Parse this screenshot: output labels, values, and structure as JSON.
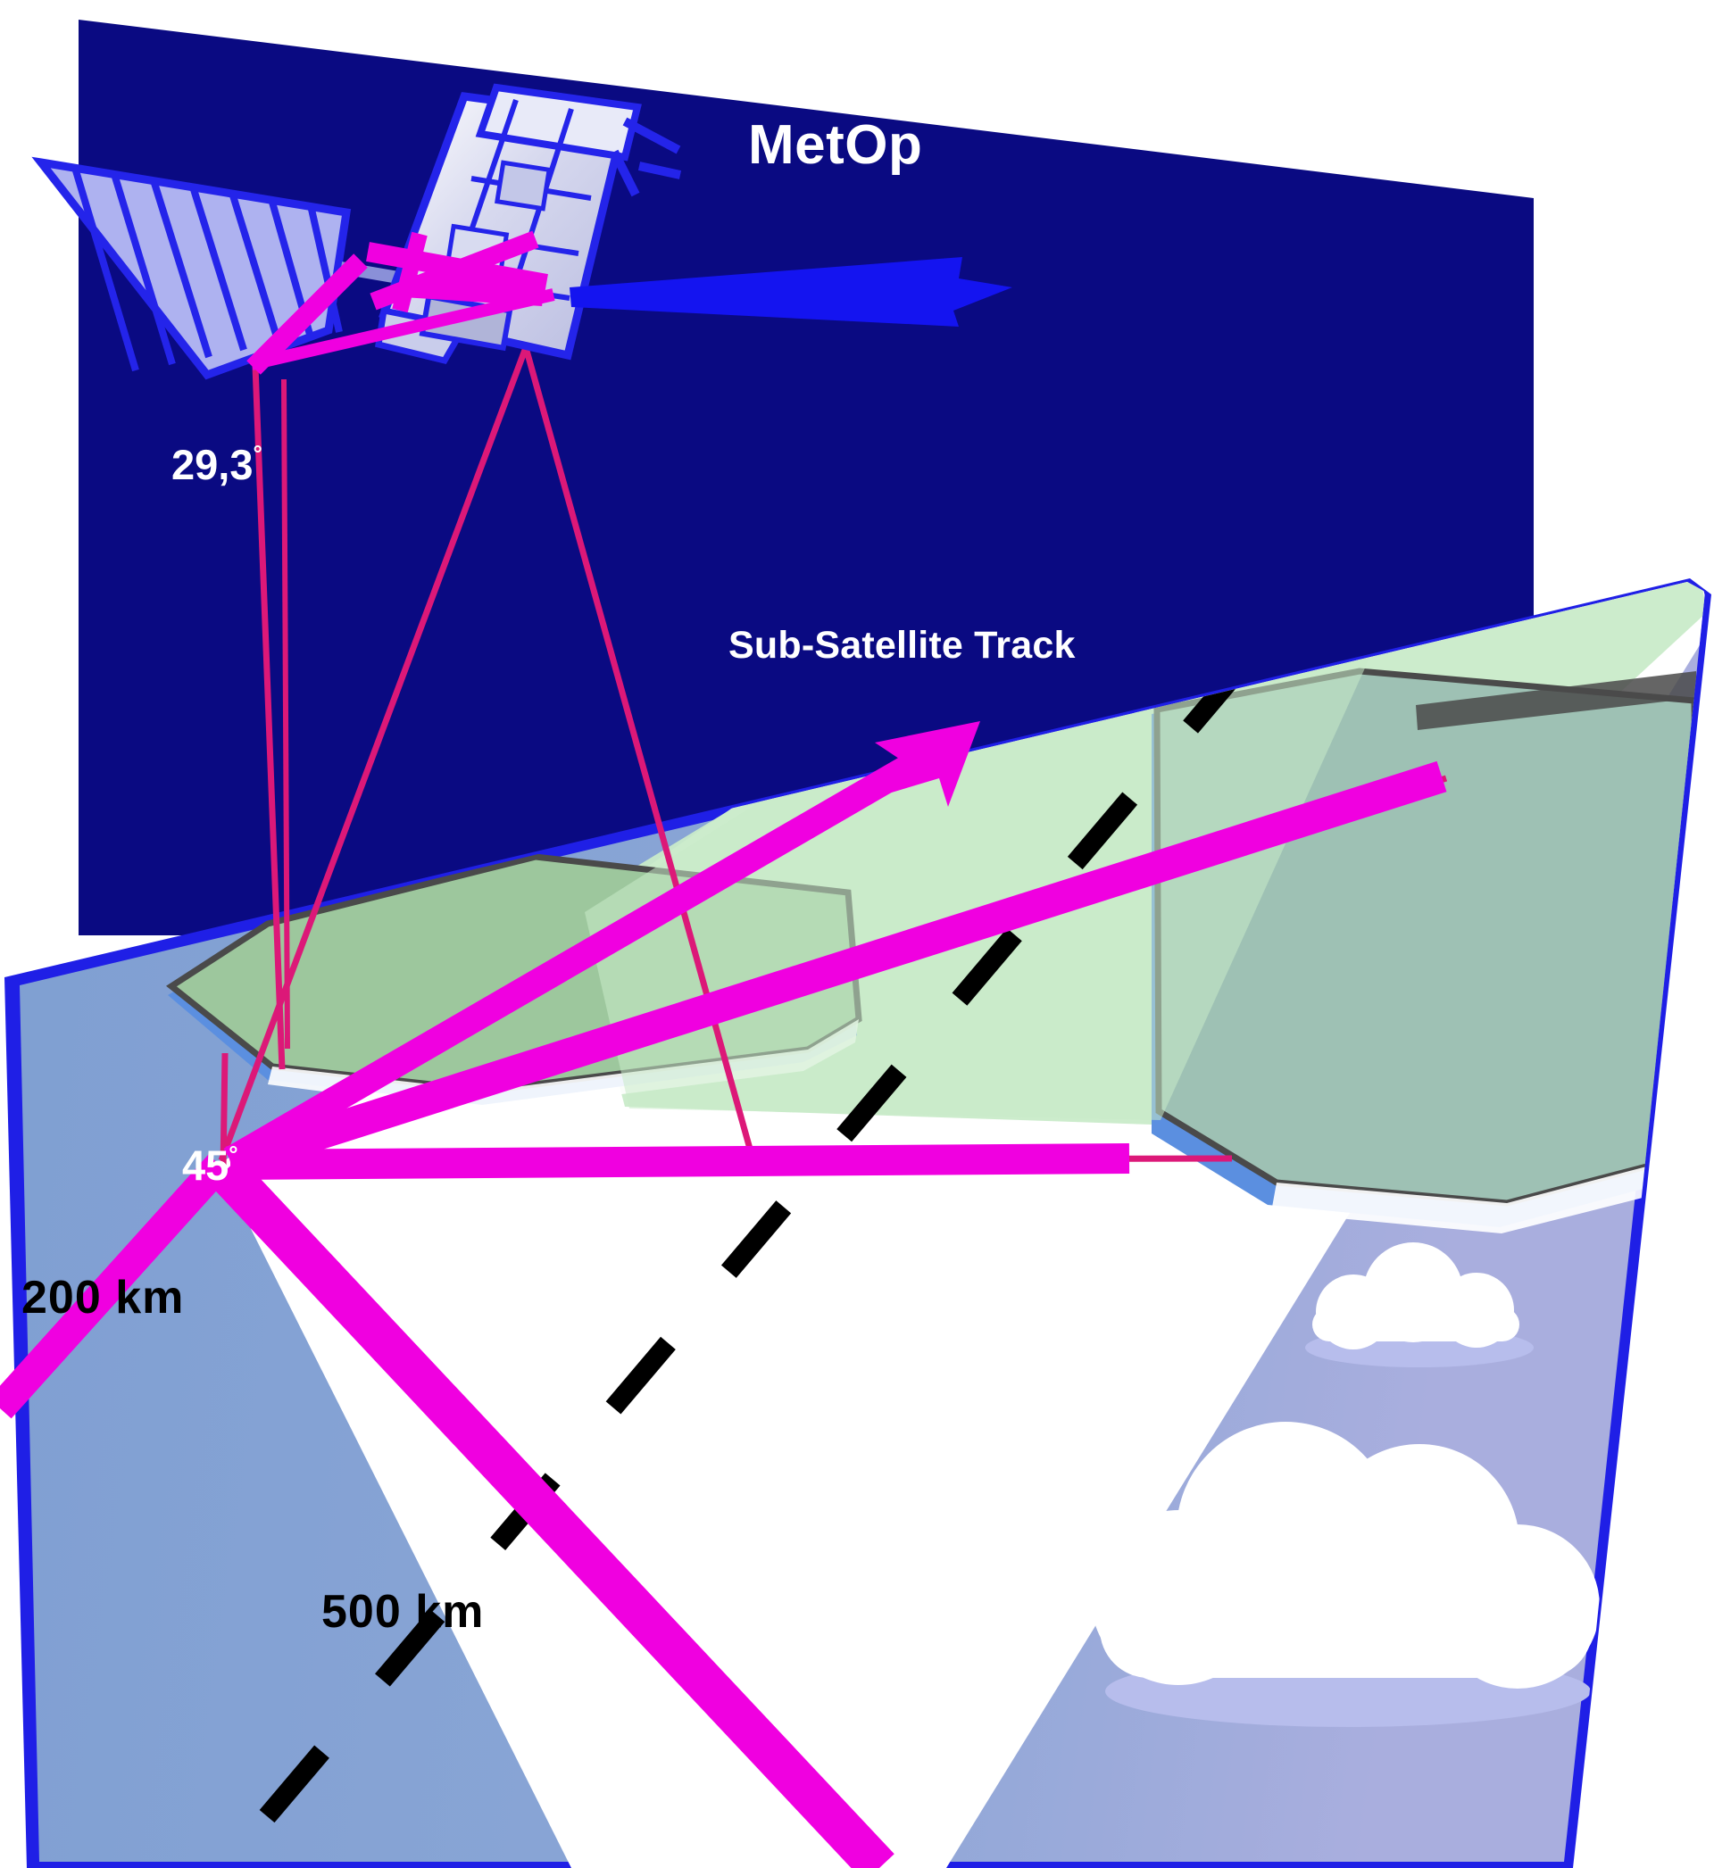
{
  "diagram": {
    "title": "MetOp",
    "labels": {
      "satellite_title": "MetOp",
      "sub_satellite_track": "Sub-Satellite Track",
      "scan_angle_satellite": "29,3",
      "scan_angle_satellite_unit": "°",
      "scan_angle_ground": "45",
      "scan_angle_ground_unit": "°",
      "swath_inner": "200 km",
      "swath_outer": "500 km"
    },
    "colors": {
      "space_navy": "#0a0a82",
      "panel_border_blue": "#1f1fe6",
      "motion_arrow_blue": "#1414f0",
      "solar_panel_fill": "#aeb2f0",
      "solar_panel_line": "#2424ea",
      "ocean_blue": "#7f9fd2",
      "ocean_far_periwinkle": "#a9aede",
      "land_green": "#9dc79d",
      "land_green_in_swath": "#9ec1b4",
      "swath_inner_green": "#c9ebc9",
      "swath_white": "#ffffff",
      "coast_blue": "#5b8fe0",
      "coast_outline": "#4a4a4a",
      "beam_magenta": "#f000e0",
      "beam_magenta_thin": "#dc1878",
      "track_dash_black": "#000000",
      "cloud_white": "#ffffff",
      "cloud_shadow": "#b7bdec",
      "text_white": "#ffffff",
      "text_black": "#000000"
    },
    "elements": [
      {
        "name": "space-backdrop",
        "kind": "quad",
        "description": "dark navy sky panel behind the satellite"
      },
      {
        "name": "earth-panel",
        "kind": "quad",
        "description": "tilted earth surface panel bordered in bright blue"
      },
      {
        "name": "satellite-body",
        "kind": "artwork",
        "description": "MetOp spacecraft bus drawn in white/grey with blue outlines"
      },
      {
        "name": "solar-array",
        "kind": "artwork",
        "description": "striped solar panel wing extending to the upper left"
      },
      {
        "name": "motion-arrow",
        "kind": "arrow",
        "description": "flight direction arrow pointing right"
      },
      {
        "name": "scan-cone",
        "kind": "beams",
        "description": "magenta scanner beams fanning from satellite to ground"
      },
      {
        "name": "ground-beam-fan",
        "kind": "beams",
        "description": "thick magenta beams radiating from the ground vertex"
      },
      {
        "name": "sub-satellite-track",
        "kind": "dashed",
        "description": "black dashed sub-satellite ground track"
      },
      {
        "name": "swath-200km",
        "kind": "region",
        "description": "inner 200 km swath (light green / white)"
      },
      {
        "name": "swath-500km",
        "kind": "region",
        "description": "outer 500 km swath extent"
      },
      {
        "name": "coastline",
        "kind": "region",
        "description": "green landmasses with blue coast and grey outline"
      },
      {
        "name": "clouds",
        "kind": "artwork",
        "description": "white cumulus clouds with periwinkle shadows over ocean"
      }
    ],
    "chart_data": {
      "type": "diagram",
      "title": "MetOp",
      "annotations": [
        {
          "label": "29,3°",
          "meaning": "scan half-angle at the satellite",
          "value": 29.3,
          "unit": "degree"
        },
        {
          "label": "45°",
          "meaning": "incidence / scan angle at the ground vertex",
          "value": 45,
          "unit": "degree"
        },
        {
          "label": "200 km",
          "meaning": "inner swath width",
          "value": 200,
          "unit": "km"
        },
        {
          "label": "500 km",
          "meaning": "outer swath width",
          "value": 500,
          "unit": "km"
        },
        {
          "label": "Sub-Satellite Track",
          "meaning": "nadir ground track of the spacecraft"
        }
      ]
    }
  }
}
